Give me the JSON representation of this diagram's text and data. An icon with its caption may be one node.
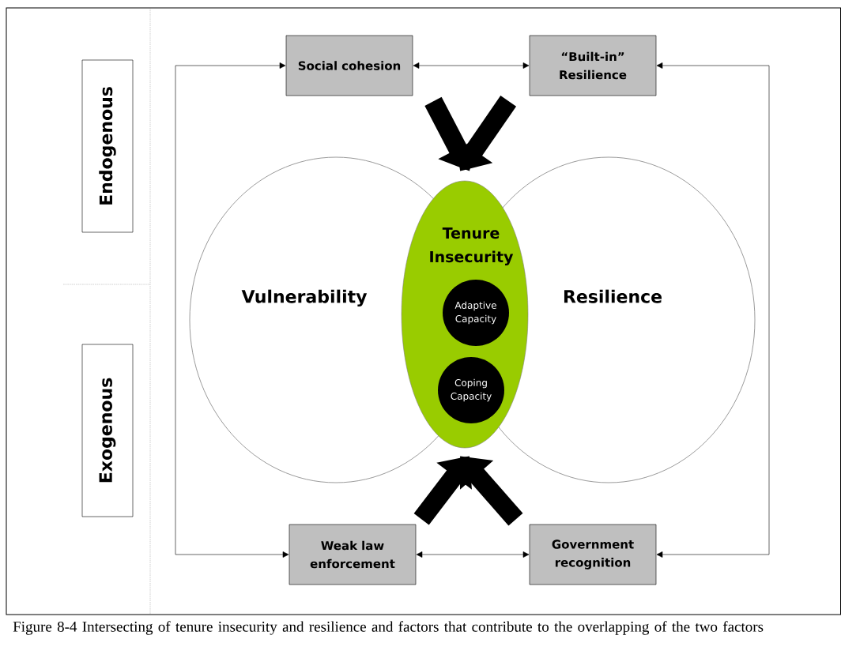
{
  "diagram": {
    "caption": "Figure 8-4 Intersecting of tenure insecurity and resilience and factors that contribute to the overlapping of the two factors",
    "nodes": [
      {
        "text": [
          "Endogenous"
        ]
      },
      {
        "text": [
          "Exogenous"
        ]
      },
      {
        "text": [
          "Social cohesion"
        ]
      },
      {
        "text": [
          "“Built-in” Resilience"
        ]
      },
      {
        "text": [
          "Vulnerability"
        ]
      },
      {
        "text": [
          "Resilience"
        ]
      },
      {
        "text": [
          "Tenure Insecurity"
        ]
      },
      {
        "text": [
          "Adaptive Capacity"
        ],
        "in": 6
      },
      {
        "text": [
          "Coping Capacity"
        ],
        "in": 6
      },
      {
        "text": [
          "Weak law enforcement"
        ]
      },
      {
        "text": [
          "Government recognition"
        ]
      }
    ],
    "edges": [
      {
        "from": 2,
        "to": 3,
        "arrow": "both"
      },
      {
        "from": 9,
        "to": 10,
        "arrow": "both"
      },
      {
        "from": 9,
        "to": 2,
        "arrow": "both"
      },
      {
        "from": 10,
        "to": 3,
        "arrow": "both"
      },
      {
        "from": 2,
        "to": 6,
        "arrow": "to",
        "style": "thick"
      },
      {
        "from": 3,
        "to": 6,
        "arrow": "to",
        "style": "thick"
      },
      {
        "from": 9,
        "to": 6,
        "arrow": "to",
        "style": "thick"
      },
      {
        "from": 10,
        "to": 6,
        "arrow": "to",
        "style": "thick"
      }
    ]
  }
}
